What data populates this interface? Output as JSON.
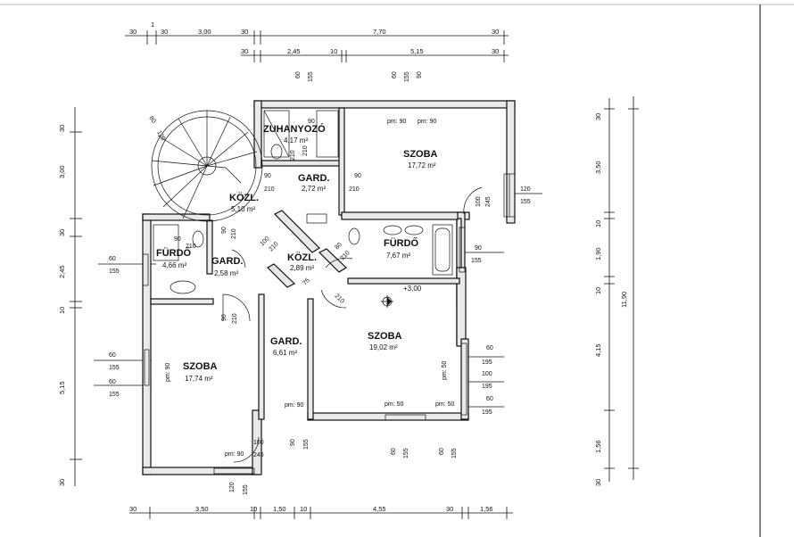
{
  "rooms": [
    {
      "name": "ZUHANYOZÓ",
      "area": "4,17 m²"
    },
    {
      "name": "GARD.",
      "area": "2,72 m²"
    },
    {
      "name": "SZOBA",
      "area": "17,72 m²"
    },
    {
      "name": "KÖZL.",
      "area": "5,10 m²"
    },
    {
      "name": "FÜRDŐ",
      "area": "7,67 m²"
    },
    {
      "name": "KÖZL.",
      "area": "2,89 m²"
    },
    {
      "name": "FÜRDŐ",
      "area": "4,66 m²"
    },
    {
      "name": "GARD.",
      "area": "2,58 m²"
    },
    {
      "name": "GARD.",
      "area": "6,61 m²"
    },
    {
      "name": "SZOBA",
      "area": "19,02 m²"
    },
    {
      "name": "SZOBA",
      "area": "17,74 m²"
    }
  ],
  "dims": {
    "top1": [
      "30",
      "30",
      "3,00",
      "30",
      "7,70",
      "30"
    ],
    "top2": [
      "30",
      "2,45",
      "10",
      "5,15",
      "30"
    ],
    "bottom": [
      "30",
      "3,50",
      "10",
      "1,50",
      "10",
      "4,55",
      "30",
      "1,56"
    ],
    "left": [
      "30",
      "3,00",
      "30",
      "2,45",
      "10",
      "5,15",
      "30"
    ],
    "right": [
      "30",
      "3,50",
      "10",
      "1,90",
      "10",
      "4,15",
      "1,56",
      "30"
    ],
    "total": "11,90",
    "tick_one": "1",
    "level": "+3,00"
  },
  "labels": [
    {
      "t": "60"
    },
    {
      "t": "155"
    },
    {
      "t": "60"
    },
    {
      "t": "155"
    },
    {
      "t": "90"
    },
    {
      "t": "pm: 90"
    },
    {
      "t": "pm: 90"
    },
    {
      "t": "90"
    },
    {
      "t": "90"
    },
    {
      "t": "210"
    },
    {
      "t": "210"
    },
    {
      "t": "210"
    },
    {
      "t": "90"
    },
    {
      "t": "210"
    },
    {
      "t": "120"
    },
    {
      "t": "155"
    },
    {
      "t": "100"
    },
    {
      "t": "245"
    },
    {
      "t": "90"
    },
    {
      "t": "155"
    },
    {
      "t": "60"
    },
    {
      "t": "155"
    },
    {
      "t": "60"
    },
    {
      "t": "155"
    },
    {
      "t": "60"
    },
    {
      "t": "155"
    },
    {
      "t": "90"
    },
    {
      "t": "210"
    },
    {
      "t": "100"
    },
    {
      "t": "210"
    },
    {
      "t": "90"
    },
    {
      "t": "210"
    },
    {
      "t": "80"
    },
    {
      "t": "210"
    },
    {
      "t": "75"
    },
    {
      "t": "210"
    },
    {
      "t": "60"
    },
    {
      "t": "195"
    },
    {
      "t": "100"
    },
    {
      "t": "195"
    },
    {
      "t": "60"
    },
    {
      "t": "195"
    },
    {
      "t": "pm: 90"
    },
    {
      "t": "pm: 90"
    },
    {
      "t": "pm: 50"
    },
    {
      "t": "pm: 50"
    },
    {
      "t": "pm: 50"
    },
    {
      "t": "90"
    },
    {
      "t": "155"
    },
    {
      "t": "60"
    },
    {
      "t": "155"
    },
    {
      "t": "60"
    },
    {
      "t": "155"
    },
    {
      "t": "pm: 90"
    },
    {
      "t": "100"
    },
    {
      "t": "245"
    },
    {
      "t": "120"
    },
    {
      "t": "155"
    },
    {
      "t": "90"
    },
    {
      "t": "210"
    },
    {
      "t": "120"
    },
    {
      "t": "80"
    }
  ]
}
